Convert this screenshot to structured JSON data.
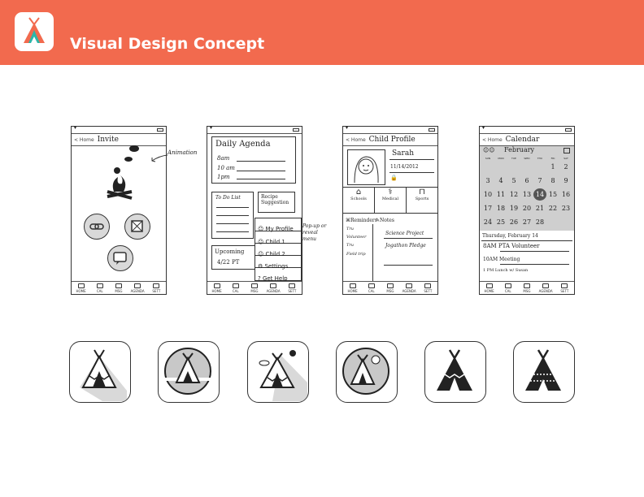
{
  "header": {
    "title": "Visual Design Concept",
    "bg_color": "#f26a4e"
  },
  "tabs": [
    "HOME",
    "CAL",
    "MSG",
    "AGENDA",
    "SETT"
  ],
  "phone_invite": {
    "back": "< Home",
    "title": "Invite",
    "annotation": "Animation"
  },
  "phone_agenda": {
    "title": "Daily Agenda",
    "times": [
      "8am",
      "10 am",
      "1pm"
    ],
    "todo_title": "To Do List",
    "recipe": "Recipe Suggestion",
    "upcoming": "Upcoming",
    "upcoming_date": "4/22 PT",
    "menu": [
      "My Profile",
      "Child 1",
      "Child 2",
      "Settings",
      "Get Help"
    ],
    "popup_note": "Pop-up or reveal menu"
  },
  "phone_profile": {
    "back": "< Home",
    "title": "Child Profile",
    "name": "Sarah",
    "dob": "11/14/2012",
    "sections": [
      "Schools",
      "Medical",
      "Sports"
    ],
    "reminders": "Reminders",
    "notes": "Notes",
    "rem_items": [
      "Science Project",
      "Jogathon Pledge"
    ],
    "left_items": [
      "Tru",
      "Volunteer",
      "Tru",
      "Field trip"
    ]
  },
  "phone_calendar": {
    "back": "< Home",
    "title": "Calendar",
    "month": "February",
    "weekdays": [
      "SUN",
      "MON",
      "TUE",
      "WED",
      "THU",
      "FRI",
      "SAT"
    ],
    "days": [
      "",
      "",
      "",
      "",
      "",
      "1",
      "2",
      "3",
      "4",
      "5",
      "6",
      "7",
      "8",
      "9",
      "10",
      "11",
      "12",
      "13",
      "14",
      "15",
      "16",
      "17",
      "18",
      "19",
      "20",
      "21",
      "22",
      "23",
      "24",
      "25",
      "26",
      "27",
      "28",
      "",
      ""
    ],
    "selected_day": "14",
    "event_date": "Thursday, February 14",
    "events": [
      "8AM PTA Volunteer",
      "10AM Meeting",
      "1 PM Lunch w/ Susan"
    ]
  },
  "icon_tiles": [
    "teepee-shadow-icon",
    "teepee-circle-icon",
    "teepee-mountain-icon",
    "teepee-moon-circle-icon",
    "teepee-solid-icon",
    "teepee-pattern-icon"
  ]
}
